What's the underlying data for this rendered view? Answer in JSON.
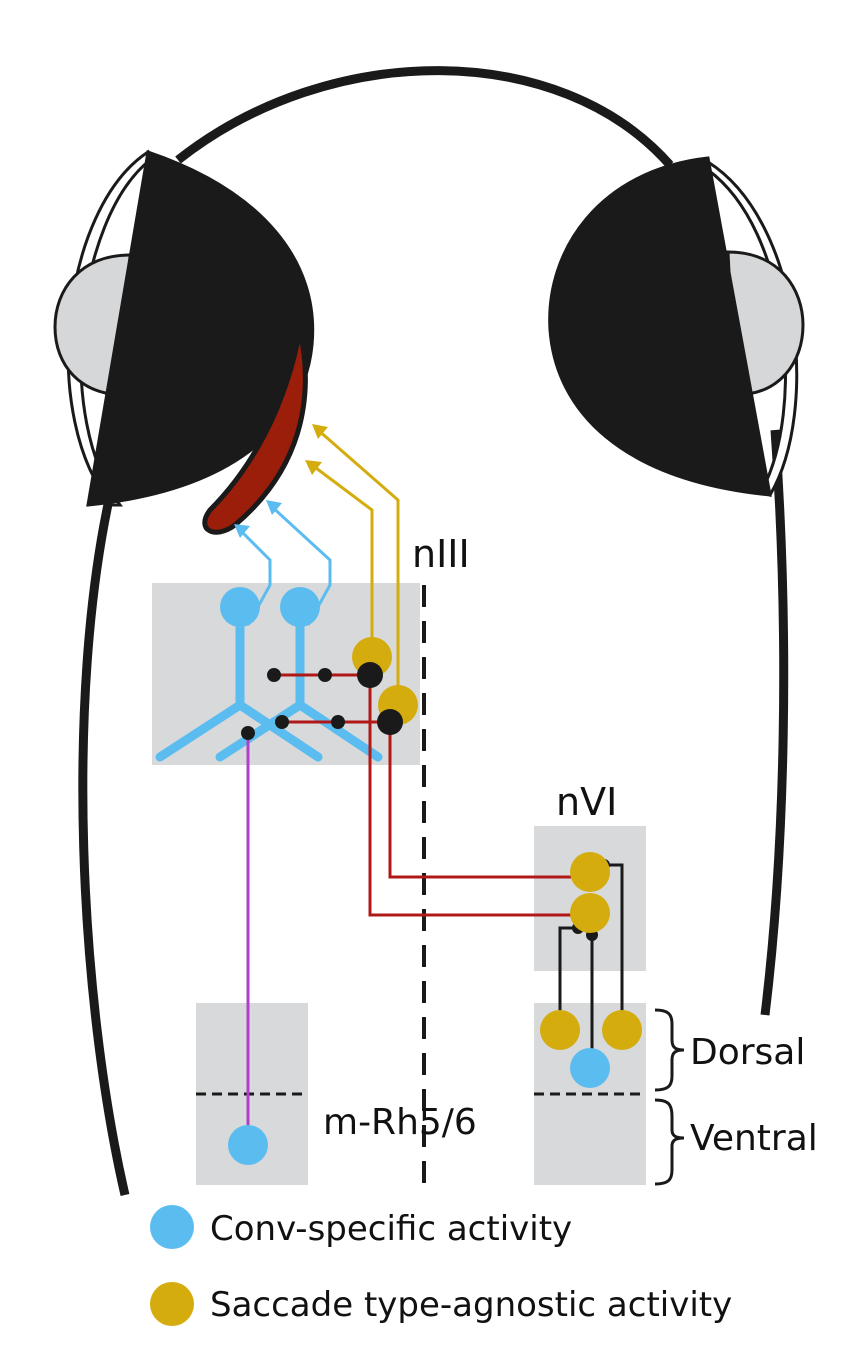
{
  "labels": {
    "nIII": "nIII",
    "nVI": "nVI",
    "dorsal": "Dorsal",
    "ventral": "Ventral",
    "m_rh": "m-Rh5/6"
  },
  "legend": [
    {
      "label": "Conv-specific activity",
      "color": "#5bbcf0"
    },
    {
      "label": "Saccade type-agnostic activity",
      "color": "#d4ac0d"
    }
  ],
  "colors": {
    "conv": "#5bbcf0",
    "agnostic": "#d4ac0d",
    "projection": "#b01818",
    "midline": "#5aa0d8",
    "mrh_axon": "#b040c8",
    "muscle": "#9a1e0a",
    "eye": "#1a1a1a",
    "lens": "#d6d7d8",
    "nucleus_box": "#d8d9da",
    "outline": "#1a1a1a"
  }
}
